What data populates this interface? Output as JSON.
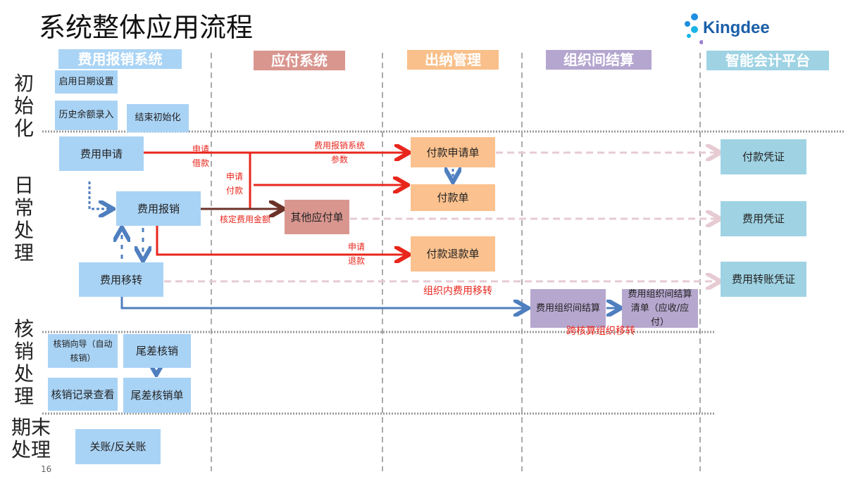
{
  "title": "系统整体应用流程",
  "logo": {
    "text": "Kingdee"
  },
  "page_number": "16",
  "columns": [
    {
      "label": "费用报销系统",
      "color": "#aad4f5"
    },
    {
      "label": "应付系统",
      "color": "#d9968f"
    },
    {
      "label": "出纳管理",
      "color": "#f9c08b"
    },
    {
      "label": "组织间结算",
      "color": "#b4a6cf"
    },
    {
      "label": "智能会计平台",
      "color": "#9fd3e3"
    }
  ],
  "rows": [
    {
      "label": "初始化"
    },
    {
      "label": "日常处理"
    },
    {
      "label": "核销处理"
    },
    {
      "label": "期末处理"
    }
  ],
  "nodes": {
    "enable_date": "启用日期设置",
    "history_balance": "历史余额录入",
    "end_init": "结束初始化",
    "expense_request": "费用申请",
    "expense_reimburse": "费用报销",
    "expense_transfer": "费用移转",
    "writeoff_wizard": "核销向导（自动核销）",
    "diff_writeoff": "尾差核销",
    "writeoff_record": "核销记录查看",
    "diff_writeoff_bill": "尾差核销单",
    "close_account": "关账/反关账",
    "other_payable": "其他应付单",
    "payment_request": "付款申请单",
    "payment_bill": "付款单",
    "payment_refund": "付款退款单",
    "inter_org_settle": "费用组织间结算",
    "inter_org_list": "费用组织间结算清单（应收/应付）",
    "payment_voucher": "付款凭证",
    "expense_voucher": "费用凭证",
    "transfer_voucher": "费用转账凭证"
  },
  "edge_labels": {
    "apply_loan": "申请借款",
    "sys_params": "费用报销系统参数",
    "apply_pay": "申请付款",
    "approve_amount": "核定费用金额",
    "apply_refund": "申请退款",
    "intra_org_transfer": "组织内费用移转",
    "cross_org_transfer": "跨核算组织移转"
  },
  "colors": {
    "flow_red": "#e8261c",
    "flow_blue": "#4f7fbf",
    "flow_brown": "#6b3228",
    "flow_pink": "#e6cbd3"
  }
}
